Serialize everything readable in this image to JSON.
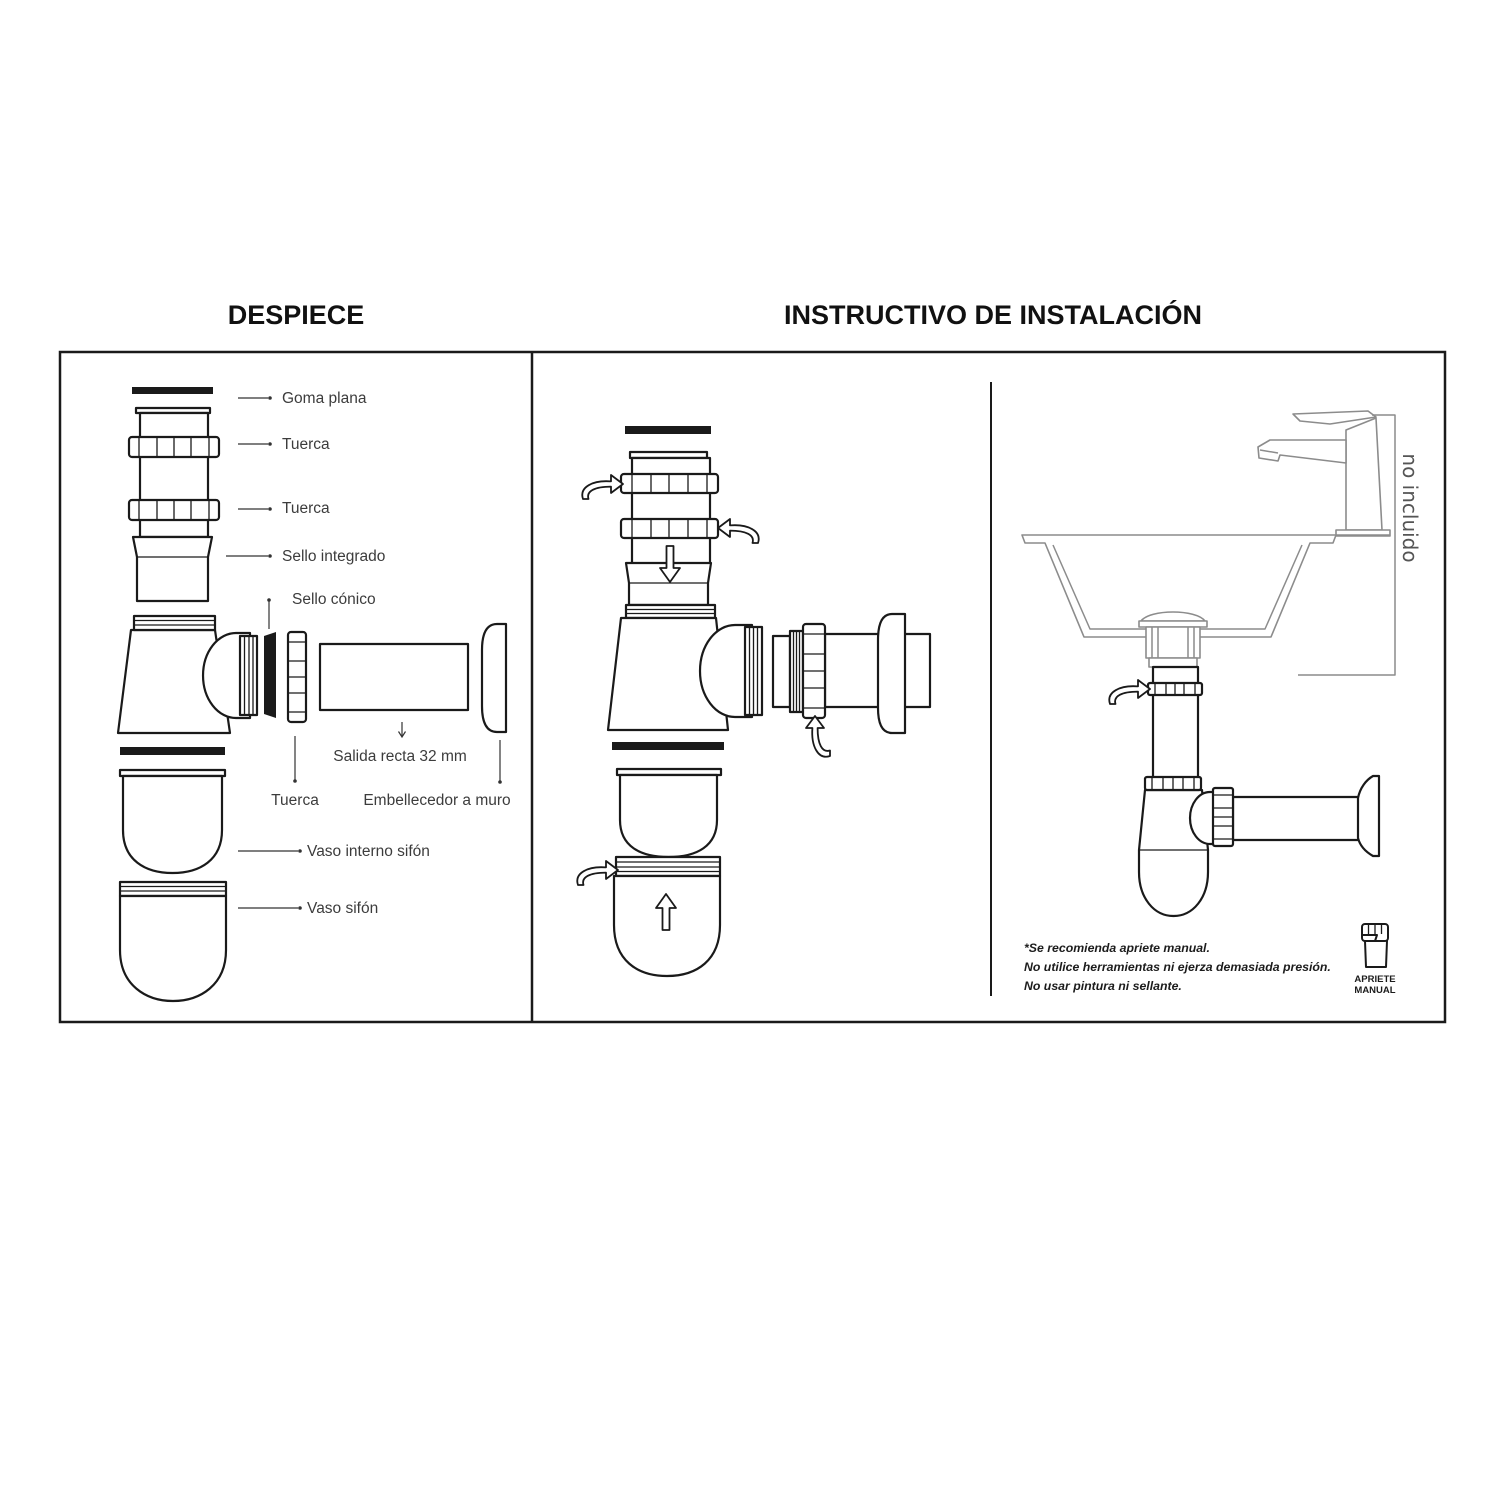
{
  "titles": {
    "despiece": "DESPIECE",
    "instructivo": "INSTRUCTIVO DE INSTALACIÓN"
  },
  "despiece_labels": {
    "goma_plana": "Goma plana",
    "tuerca_1": "Tuerca",
    "tuerca_2": "Tuerca",
    "sello_integrado": "Sello integrado",
    "sello_conico": "Sello cónico",
    "salida_recta": "Salida recta 32 mm",
    "tuerca_3": "Tuerca",
    "embellecedor": "Embellecedor a muro",
    "vaso_interno": "Vaso interno sifón",
    "vaso_sifon": "Vaso sifón"
  },
  "installation": {
    "not_included_label": "no incluido",
    "notes": [
      "*Se recomienda apriete manual.",
      "No utilice herramientas ni ejerza demasiada presión.",
      "No usar pintura ni sellante."
    ],
    "badge": {
      "line1": "APRIETE",
      "line2": "MANUAL"
    }
  },
  "icons": {
    "rotate": "curved-arrow-icon",
    "push": "straight-arrow-icon",
    "hand": "fist-icon"
  },
  "colors": {
    "ink": "#1a1a1a",
    "fixture_gray": "#8c8c8c"
  }
}
